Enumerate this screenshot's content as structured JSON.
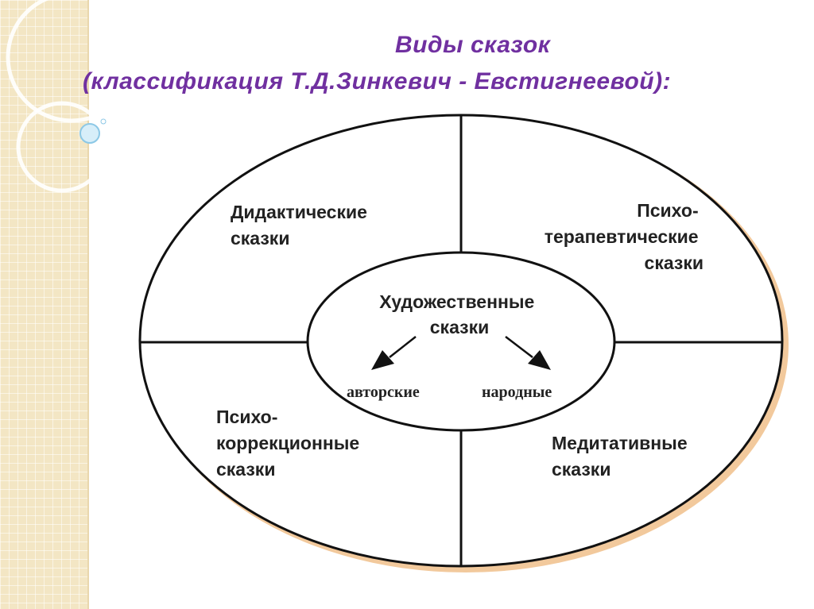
{
  "slide": {
    "title_line1": "Виды  сказок",
    "title_line2": "(классификация  Т.Д.Зинкевич  - Евстигнеевой):",
    "accent_color": "#7030a0"
  },
  "diagram": {
    "quadrants": {
      "top_left": [
        "Дидактические",
        "сказки"
      ],
      "top_right": [
        "Психо-",
        "терапевтические",
        "сказки"
      ],
      "bottom_left": [
        "Психо-",
        "коррекционные",
        "сказки"
      ],
      "bottom_right": [
        "Медитативные",
        "сказки"
      ]
    },
    "center": {
      "title": [
        "Художественные",
        "сказки"
      ],
      "left_branch": "авторские",
      "right_branch": "народные"
    }
  }
}
